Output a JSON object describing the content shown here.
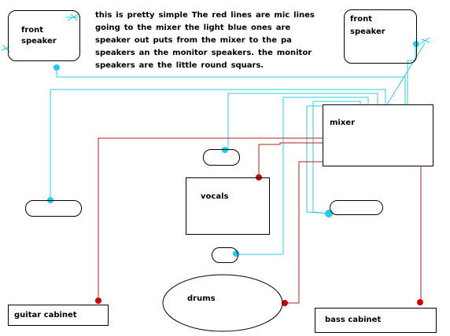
{
  "note": {
    "lines": [
      "this is pretty simple The red lines are mic lines",
      "going to the mixer the light blue ones are",
      "speaker out puts from the mixer to the pa",
      "speakers an the monitor speakers. the monitor",
      "speakers are the little round squars."
    ]
  },
  "labels": {
    "front_speaker_left_line1": "front",
    "front_speaker_left_line2": "speaker",
    "front_speaker_right_line1": "front",
    "front_speaker_right_line2": "speaker",
    "mixer": "mixer",
    "vocals": "vocals",
    "drums": "drums",
    "guitar_cabinet": "guitar cabinet",
    "bass_cabinet": "bass cabinet"
  },
  "colors": {
    "mic_line": "#b22222",
    "speaker_line": "#33ccdd",
    "mic_dot": "#cc0000",
    "speaker_dot": "#22ccee"
  }
}
